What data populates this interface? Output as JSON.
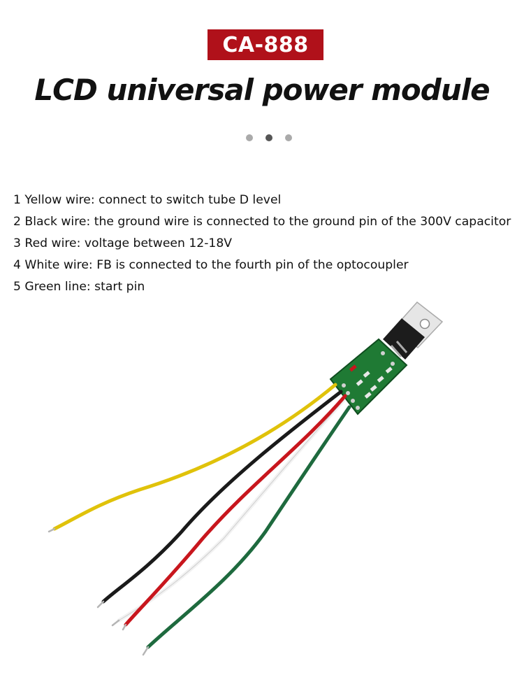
{
  "header": {
    "model": "CA-888",
    "title": "LCD universal power module"
  },
  "carousel": {
    "dot_count": 3,
    "active_index": 1
  },
  "specs": {
    "lines": [
      "1 Yellow wire: connect to switch tube D level",
      "2 Black wire: the ground wire is connected to the ground pin of the 300V capacitor",
      "3 Red wire: voltage between 12-18V",
      "4 White wire: FB is connected to the fourth pin of the optocoupler",
      "5 Green line: start pin"
    ]
  },
  "colors": {
    "badge": "#b0111a",
    "wire_yellow": "#e0c20a",
    "wire_black": "#1a1a1a",
    "wire_red": "#c8161d",
    "wire_white": "#f2f2f2",
    "wire_green": "#1e6a3e",
    "pcb": "#1f7a34"
  }
}
